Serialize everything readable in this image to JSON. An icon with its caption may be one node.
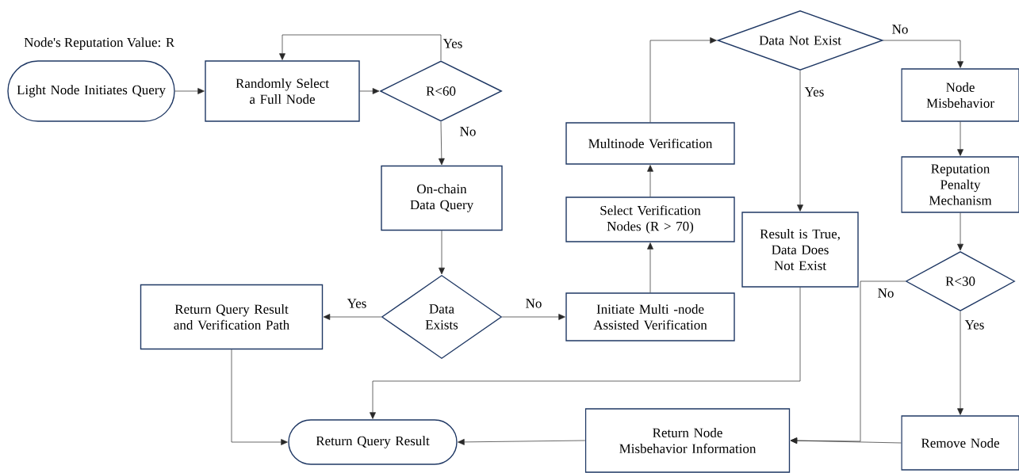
{
  "diagram": {
    "nodes": [
      {
        "text": [
          "Light Node Initiates Query"
        ]
      },
      {
        "text": [
          "Randomly Select a Full Node"
        ]
      },
      {
        "text": [
          "R<60"
        ]
      },
      {
        "text": [
          "On-chain Data Query"
        ]
      },
      {
        "text": [
          "Data Exists"
        ]
      },
      {
        "text": [
          "Return Query Result and Verification Path"
        ]
      },
      {
        "text": [
          "Initiate Multi -node Assisted Verification"
        ]
      },
      {
        "text": [
          "Select Verification Nodes (R > 70)"
        ]
      },
      {
        "text": [
          "Multinode Verification"
        ]
      },
      {
        "text": [
          "Data Not Exist"
        ]
      },
      {
        "text": [
          "Node Misbehavior"
        ]
      },
      {
        "text": [
          "Reputation Penalty Mechanism"
        ]
      },
      {
        "text": [
          "R<30"
        ]
      },
      {
        "text": [
          "Result is True, Data Does Not Exist"
        ]
      },
      {
        "text": [
          "Return Query Result"
        ]
      },
      {
        "text": [
          "Return Node Misbehavior Information"
        ]
      },
      {
        "text": [
          "Remove Node"
        ]
      }
    ],
    "edges": [
      {
        "from": 0,
        "to": 1,
        "arrow": "to"
      },
      {
        "from": 1,
        "to": 2,
        "arrow": "to"
      },
      {
        "from": 2,
        "to": 1,
        "arrow": "to",
        "label": "Yes"
      },
      {
        "from": 2,
        "to": 3,
        "arrow": "to",
        "label": "No"
      },
      {
        "from": 3,
        "to": 4,
        "arrow": "to"
      },
      {
        "from": 4,
        "to": 5,
        "arrow": "to",
        "label": "Yes"
      },
      {
        "from": 4,
        "to": 6,
        "arrow": "to",
        "label": "No"
      },
      {
        "from": 6,
        "to": 7,
        "arrow": "to"
      },
      {
        "from": 7,
        "to": 8,
        "arrow": "to"
      },
      {
        "from": 8,
        "to": 9,
        "arrow": "to"
      },
      {
        "from": 9,
        "to": 10,
        "arrow": "to",
        "label": "No"
      },
      {
        "from": 9,
        "to": 13,
        "arrow": "to",
        "label": "Yes"
      },
      {
        "from": 10,
        "to": 11,
        "arrow": "to"
      },
      {
        "from": 11,
        "to": 12,
        "arrow": "to"
      },
      {
        "from": 12,
        "to": 16,
        "arrow": "to",
        "label": "Yes"
      },
      {
        "from": 12,
        "to": 15,
        "arrow": "to",
        "label": "No"
      },
      {
        "from": 16,
        "to": 15,
        "arrow": "to"
      },
      {
        "from": 15,
        "to": 14,
        "arrow": "to"
      },
      {
        "from": 13,
        "to": 14,
        "arrow": "to"
      },
      {
        "from": 5,
        "to": 14,
        "arrow": "to"
      }
    ],
    "labels": [
      "Node's Reputation Value: R"
    ]
  }
}
